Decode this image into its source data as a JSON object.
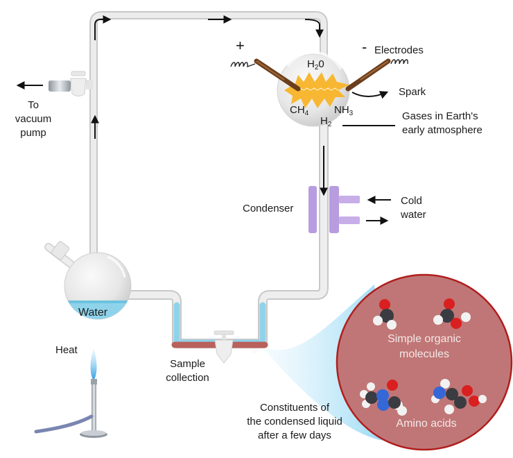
{
  "title": "Miller-Urey experiment apparatus",
  "labels": {
    "vacuum": [
      "To",
      "vacuum",
      "pump"
    ],
    "plus": "+",
    "minus": "-",
    "electrodes": "Electrodes",
    "spark": "Spark",
    "gases": [
      "Gases in Earth's",
      "early atmosphere"
    ],
    "condenser": "Condenser",
    "cold_water": [
      "Cold",
      "water"
    ],
    "water": "Water",
    "heat": "Heat",
    "sample": [
      "Sample",
      "collection"
    ],
    "constituents": [
      "Constituents of",
      "the condensed liquid",
      "after a few days"
    ],
    "simple_organic": [
      "Simple organic",
      "molecules"
    ],
    "amino_acids": "Amino acids"
  },
  "gases": {
    "h2o": {
      "base": "H",
      "sub": "2",
      "tail": "0"
    },
    "ch4": {
      "base": "CH",
      "sub": "4"
    },
    "nh3": {
      "base": "NH",
      "sub": "3"
    },
    "h2": {
      "base": "H",
      "sub": "2"
    }
  },
  "colors": {
    "pipe": "#e2e2e2",
    "pipe_edge": "#c8c8c8",
    "water": "#8fd3ea",
    "sample_liquid": "#b9615c",
    "spark": "#f7b733",
    "condenser": "#b89ce0",
    "zoom_circle": "#c07676",
    "zoom_border": "#b01e1e",
    "arrow": "#111111"
  }
}
